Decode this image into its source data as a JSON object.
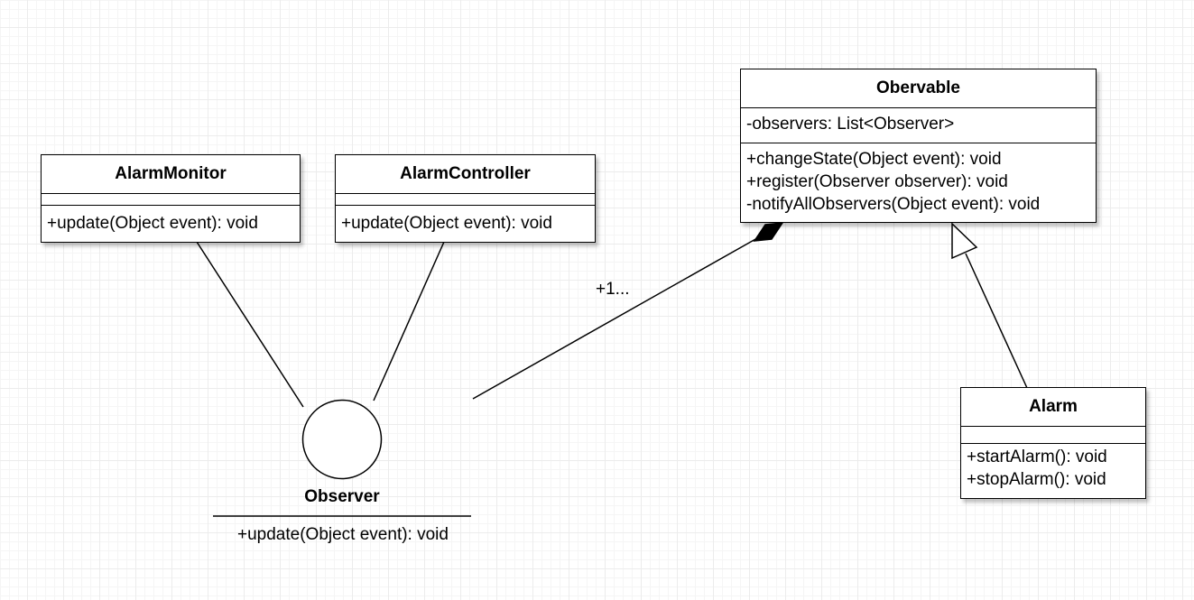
{
  "classes": {
    "alarm_monitor": {
      "name": "AlarmMonitor",
      "attributes": [],
      "methods": [
        "+update(Object event): void"
      ]
    },
    "alarm_controller": {
      "name": "AlarmController",
      "attributes": [],
      "methods": [
        "+update(Object event): void"
      ]
    },
    "observable": {
      "name": "Obervable",
      "attributes": [
        "-observers: List<Observer>"
      ],
      "methods": [
        "+changeState(Object event): void",
        "+register(Observer observer): void",
        "-notifyAllObservers(Object event): void"
      ]
    },
    "alarm": {
      "name": "Alarm",
      "attributes": [],
      "methods": [
        "+startAlarm(): void",
        "+stopAlarm(): void"
      ]
    }
  },
  "observer_interface": {
    "name": "Observer",
    "method": "+update(Object event): void"
  },
  "associations": {
    "composition_multiplicity": "+1..."
  }
}
